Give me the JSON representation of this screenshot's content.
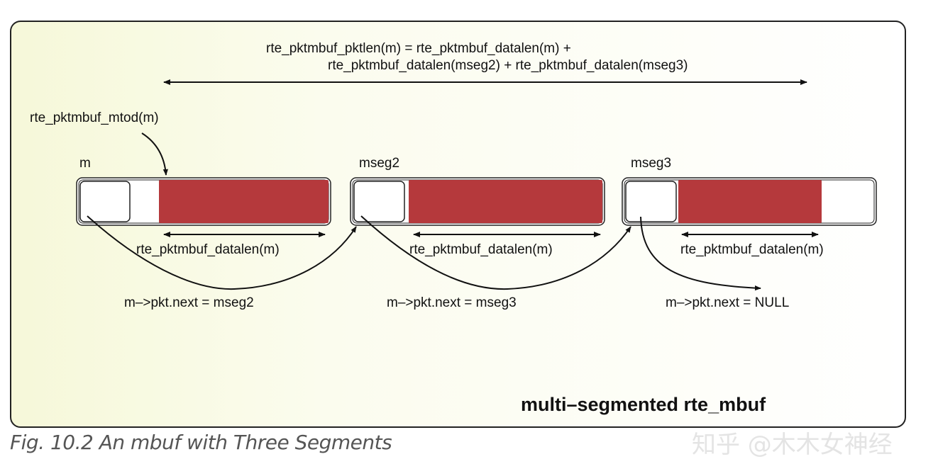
{
  "diagram": {
    "formula_line1": "rte_pktmbuf_pktlen(m) = rte_pktmbuf_datalen(m) +",
    "formula_line2": "rte_pktmbuf_datalen(mseg2) + rte_pktmbuf_datalen(mseg3)",
    "mtod_label": "rte_pktmbuf_mtod(m)",
    "title": "multi–segmented rte_mbuf",
    "segments": [
      {
        "name": "m",
        "datalen_label": "rte_pktmbuf_datalen(m)",
        "next_label": "m–>pkt.next = mseg2"
      },
      {
        "name": "mseg2",
        "datalen_label": "rte_pktmbuf_datalen(m)",
        "next_label": "m–>pkt.next = mseg3"
      },
      {
        "name": "mseg3",
        "datalen_label": "rte_pktmbuf_datalen(m)",
        "next_label": "m–>pkt.next = NULL"
      }
    ],
    "colors": {
      "data_fill": "#b5393c",
      "panel_border": "#222222",
      "panel_tint": "#f6f8d9"
    }
  },
  "caption": "Fig. 10.2 An mbuf with Three Segments",
  "watermark": "知乎 @木木女神经"
}
